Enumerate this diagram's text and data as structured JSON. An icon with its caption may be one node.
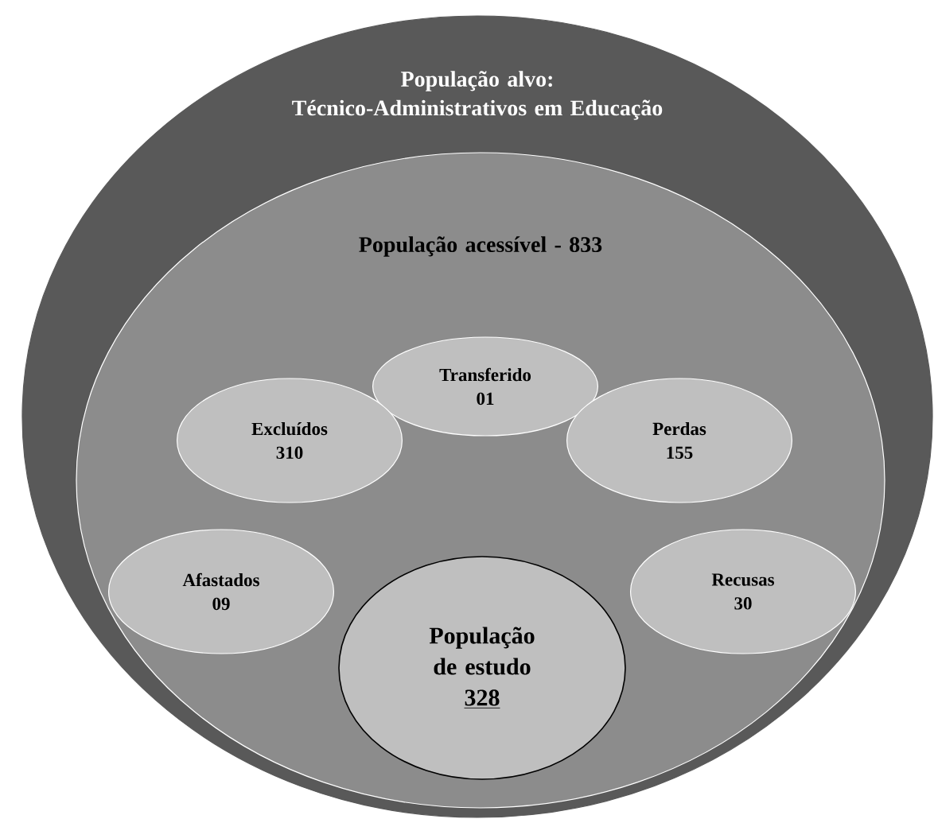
{
  "diagram": {
    "nodes": [
      {
        "text": [
          "População alvo: Técnico-Administrativos em Educação"
        ]
      },
      {
        "text": [
          "População acessível - 833"
        ],
        "in": 0
      },
      {
        "text": [
          "Transferido",
          "01"
        ],
        "in": 1
      },
      {
        "text": [
          "Excluídos",
          "310"
        ],
        "in": 1
      },
      {
        "text": [
          "Perdas",
          "155"
        ],
        "in": 1
      },
      {
        "text": [
          "Afastados",
          "09"
        ],
        "in": 1
      },
      {
        "text": [
          "População de estudo",
          "328"
        ],
        "in": 1
      },
      {
        "text": [
          "Recusas",
          "30"
        ],
        "in": 1
      }
    ]
  }
}
